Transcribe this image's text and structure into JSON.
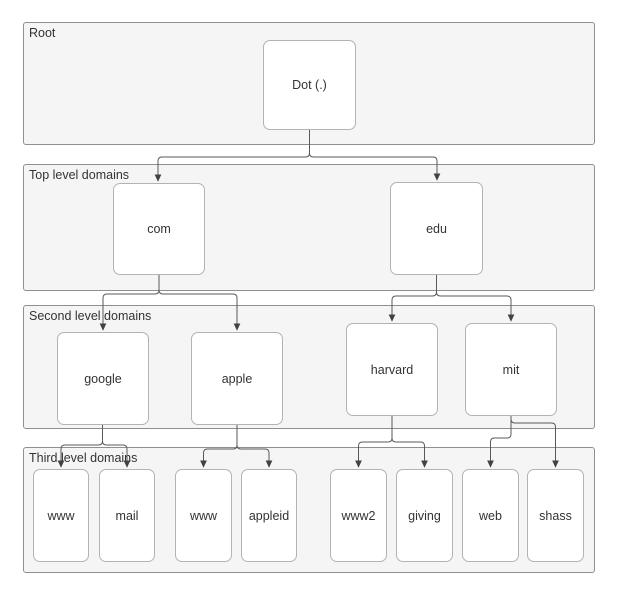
{
  "bands": {
    "root": {
      "label": "Root"
    },
    "tld": {
      "label": "Top level domains"
    },
    "sld": {
      "label": "Second level domains"
    },
    "third": {
      "label": "Third level domains"
    }
  },
  "nodes": {
    "dot": {
      "label": "Dot (.)",
      "band": "root"
    },
    "com": {
      "label": "com",
      "band": "tld"
    },
    "edu": {
      "label": "edu",
      "band": "tld"
    },
    "google": {
      "label": "google",
      "band": "sld"
    },
    "apple": {
      "label": "apple",
      "band": "sld"
    },
    "harvard": {
      "label": "harvard",
      "band": "sld"
    },
    "mit": {
      "label": "mit",
      "band": "sld"
    },
    "www_google": {
      "label": "www",
      "band": "third"
    },
    "mail": {
      "label": "mail",
      "band": "third"
    },
    "www_apple": {
      "label": "www",
      "band": "third"
    },
    "appleid": {
      "label": "appleid",
      "band": "third"
    },
    "www2": {
      "label": "www2",
      "band": "third"
    },
    "giving": {
      "label": "giving",
      "band": "third"
    },
    "web": {
      "label": "web",
      "band": "third"
    },
    "shass": {
      "label": "shass",
      "band": "third"
    }
  },
  "edges": [
    {
      "from": "dot",
      "to": "com"
    },
    {
      "from": "dot",
      "to": "edu"
    },
    {
      "from": "com",
      "to": "google"
    },
    {
      "from": "com",
      "to": "apple"
    },
    {
      "from": "edu",
      "to": "harvard"
    },
    {
      "from": "edu",
      "to": "mit"
    },
    {
      "from": "google",
      "to": "www_google"
    },
    {
      "from": "google",
      "to": "mail"
    },
    {
      "from": "apple",
      "to": "www_apple"
    },
    {
      "from": "apple",
      "to": "appleid"
    },
    {
      "from": "harvard",
      "to": "www2"
    },
    {
      "from": "harvard",
      "to": "giving"
    },
    {
      "from": "mit",
      "to": "web"
    },
    {
      "from": "mit",
      "to": "shass"
    }
  ],
  "colors": {
    "background": "#ffffff",
    "band_fill": "#f5f5f5",
    "band_border": "#8f8f8f",
    "node_fill": "#ffffff",
    "node_border": "#b3b3b3",
    "connector": "#595959",
    "arrowhead": "#424242",
    "text": "#333333"
  }
}
